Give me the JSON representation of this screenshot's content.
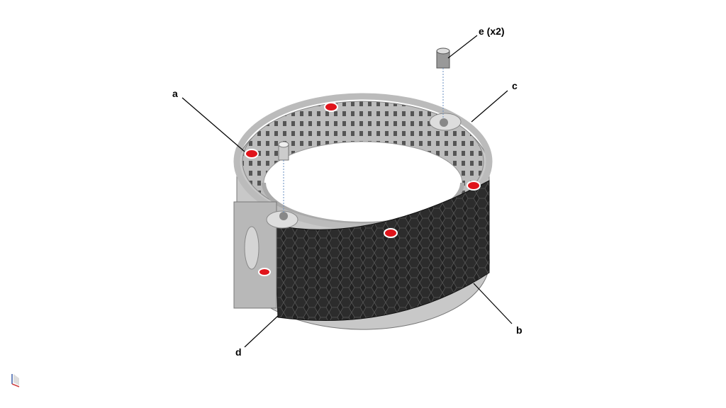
{
  "callouts": {
    "a": "a",
    "b": "b",
    "c": "c",
    "d": "d",
    "e": "e (x2)"
  },
  "colors": {
    "hole_marker": "#e0141b",
    "body": "#c8c8c8",
    "cover": "#1f1f1f"
  }
}
